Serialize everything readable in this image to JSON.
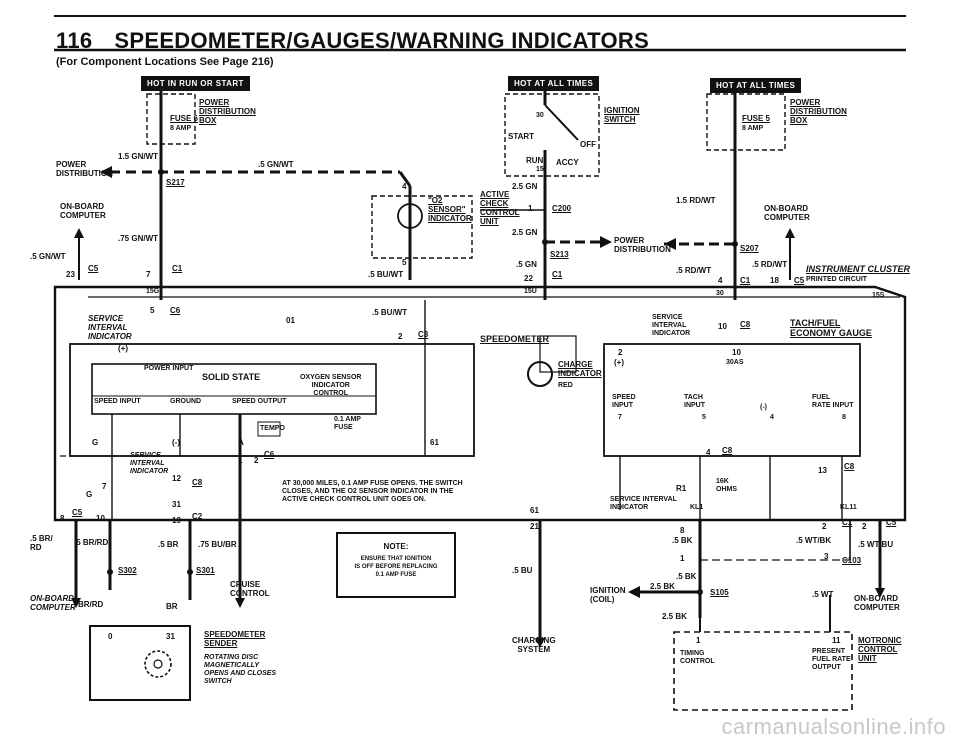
{
  "header": {
    "page_number": "116",
    "title": "SPEEDOMETER/GAUGES/WARNING INDICATORS",
    "subtitle": "(For Component Locations See Page 216)"
  },
  "tags": {
    "hot_run_start": "HOT IN RUN OR START",
    "hot_all_1": "HOT AT ALL TIMES",
    "hot_all_2": "HOT AT ALL TIMES"
  },
  "fuse6": {
    "box": "POWER\nDISTRIBUTION\nBOX",
    "name": "FUSE 6",
    "amp": "8 AMP"
  },
  "fuse5": {
    "box": "POWER\nDISTRIBUTION\nBOX",
    "name": "FUSE 5",
    "amp": "8 AMP"
  },
  "ignition": {
    "title": "IGNITION\nSWITCH",
    "start": "START",
    "off": "OFF",
    "run": "RUN",
    "accy": "ACCY",
    "t30": "30",
    "t15": "15"
  },
  "left_top": {
    "power_dist": "POWER\nDISTRIBUTION",
    "w15": "1.5 GN/WT",
    "w5_top": ".5 GN/WT",
    "s217": "S217",
    "obc": "ON-BOARD\nCOMPUTER",
    "w75": ".75 GN/WT",
    "w5_left": ".5 GN/WT",
    "c5_23": "23",
    "c5": "C5",
    "c1_7": "7",
    "c1": "C1",
    "p15g": "15G"
  },
  "o2": {
    "lbl": "\"O2\nSENSOR\"\nINDICATOR",
    "pin4": "4",
    "pin5": "5",
    "w5bu": ".5 BU/WT",
    "active": "ACTIVE\nCHECK\nCONTROL\nUNIT",
    "c200_1": "1",
    "c200": "C200",
    "gn25a": "2.5 GN",
    "gn25b": "2.5 GN"
  },
  "mid": {
    "power_dist": "POWER\nDISTRIBUTION",
    "gn5": ".5 GN",
    "s213": "S213",
    "c1_22": "22",
    "c1": "C1",
    "p15u": "15U"
  },
  "right_top": {
    "rd15": "1.5 RD/WT",
    "obc": "ON-BOARD\nCOMPUTER",
    "s207": "S207",
    "rd5a": ".5 RD/WT",
    "rd5b": ".5 RD/WT",
    "c1_4": "4",
    "c1": "C1",
    "c5_18": "18",
    "c5": "C5",
    "cluster": "INSTRUMENT CLUSTER",
    "pcb": "PRINTED CIRCUIT",
    "p30": "30",
    "p15s": "15S"
  },
  "cluster_left": {
    "service": "SERVICE\nINTERVAL\nINDICATOR",
    "c6_5": "5",
    "c6": "C6",
    "p01": "01",
    "bu5": ".5 BU/WT",
    "c3_2": "2",
    "c3": "C3",
    "plus": "(+)",
    "power_input": "POWER INPUT",
    "solid_state": "SOLID STATE",
    "o2ind": "OXYGEN SENSOR\nINDICATOR\nCONTROL",
    "speed_input": "SPEED INPUT",
    "ground": "GROUND",
    "speed_output": "SPEED OUTPUT",
    "tempo": "TEMPO",
    "fuse01": "0.1 AMP\nFUSE",
    "g6": "G",
    "minus": "(-)",
    "a": "A",
    "p61": "61",
    "service2": "SERVICE\nINTERVAL\nINDICATOR",
    "c8_12": "12",
    "c8": "C8",
    "p7": "7",
    "c6_1": "1",
    "c6_2": "2",
    "c6b": "C6",
    "g": "G",
    "p31": "31",
    "c5_8": "8",
    "c5": "C5",
    "p10": "10",
    "c2_19": "19",
    "c2": "C2",
    "footnote": "AT 30,000 MILES, 0.1 AMP FUSE OPENS. THE SWITCH\nCLOSES, AND THE O2 SENSOR INDICATOR IN THE\nACTIVE CHECK CONTROL UNIT GOES ON.",
    "p61b": "61"
  },
  "cluster_right": {
    "speedometer": "SPEEDOMETER",
    "charge": "CHARGE\nINDICATOR",
    "red": "RED",
    "service": "SERVICE\nINTERVAL\nINDICATOR",
    "c8_10": "10",
    "c8": "C8",
    "tach": "TACH/FUEL\nECONOMY GAUGE",
    "p2": "2",
    "plus": "(+)",
    "p10": "10",
    "p30as": "30AS",
    "speed_input": "SPEED\nINPUT",
    "p7": "7",
    "tach_input": "TACH\nINPUT",
    "p5": "5",
    "minus": "(-)",
    "p4": "4",
    "fuel": "FUEL\nRATE INPUT",
    "p8": "8",
    "c8_4": "4",
    "c8b": "C8",
    "c8_13": "13",
    "c8c": "C8",
    "r1": "R1",
    "k16": "16K\nOHMS",
    "sii": "SERVICE INTERVAL\nINDICATOR",
    "kl1a": "KL1",
    "kl1b": "KL11"
  },
  "bottom_left": {
    "br5a": ".5 BR/\nRD",
    "br5b": ".5 BR/RD",
    "s302": "S302",
    "obc": "ON-BOARD\nCOMPUTER",
    "brrd": "BR/RD",
    "br5": ".5 BR",
    "bu75": ".75 BU/BR",
    "s301": "S301",
    "br": "BR",
    "cruise": "CRUISE\nCONTROL",
    "p0": "0",
    "p31": "31",
    "sender": "SPEEDOMETER\nSENDER",
    "sender_desc": "ROTATING DISC\nMAGNETICALLY\nOPENS AND CLOSES\nSWITCH"
  },
  "note": {
    "title": "NOTE:",
    "body": "ENSURE THAT IGNITION\nIS OFF BEFORE REPLACING\n0.1 AMP FUSE"
  },
  "bottom_mid": {
    "p21": "21",
    "bu5": ".5 BU",
    "charging": "CHARGING\nSYSTEM"
  },
  "bottom_right": {
    "p8": "8",
    "bk5a": ".5 BK",
    "p1": "1",
    "bk5b": ".5 BK",
    "ignition_coil": "IGNITION\n(COIL)",
    "bk25a": "2.5 BK",
    "s105": "S105",
    "bk25b": "2.5 BK",
    "c1_2": "2",
    "c1": "C1",
    "c5_2": "2",
    "c5": "C5",
    "wtbk": ".5 WT/BK",
    "wtbu": ".5 WT/BU",
    "c103_3": "3",
    "c103": "C103",
    "wt5": ".5 WT",
    "obc": "ON-BOARD\nCOMPUTER",
    "p11": "11",
    "timing": "TIMING\nCONTROL",
    "present": "PRESENT\nFUEL RATE\nOUTPUT",
    "p1b": "1",
    "motronic": "MOTRONIC\nCONTROL\nUNIT"
  },
  "footer": {
    "watermark": "carmanualsonline.info"
  }
}
